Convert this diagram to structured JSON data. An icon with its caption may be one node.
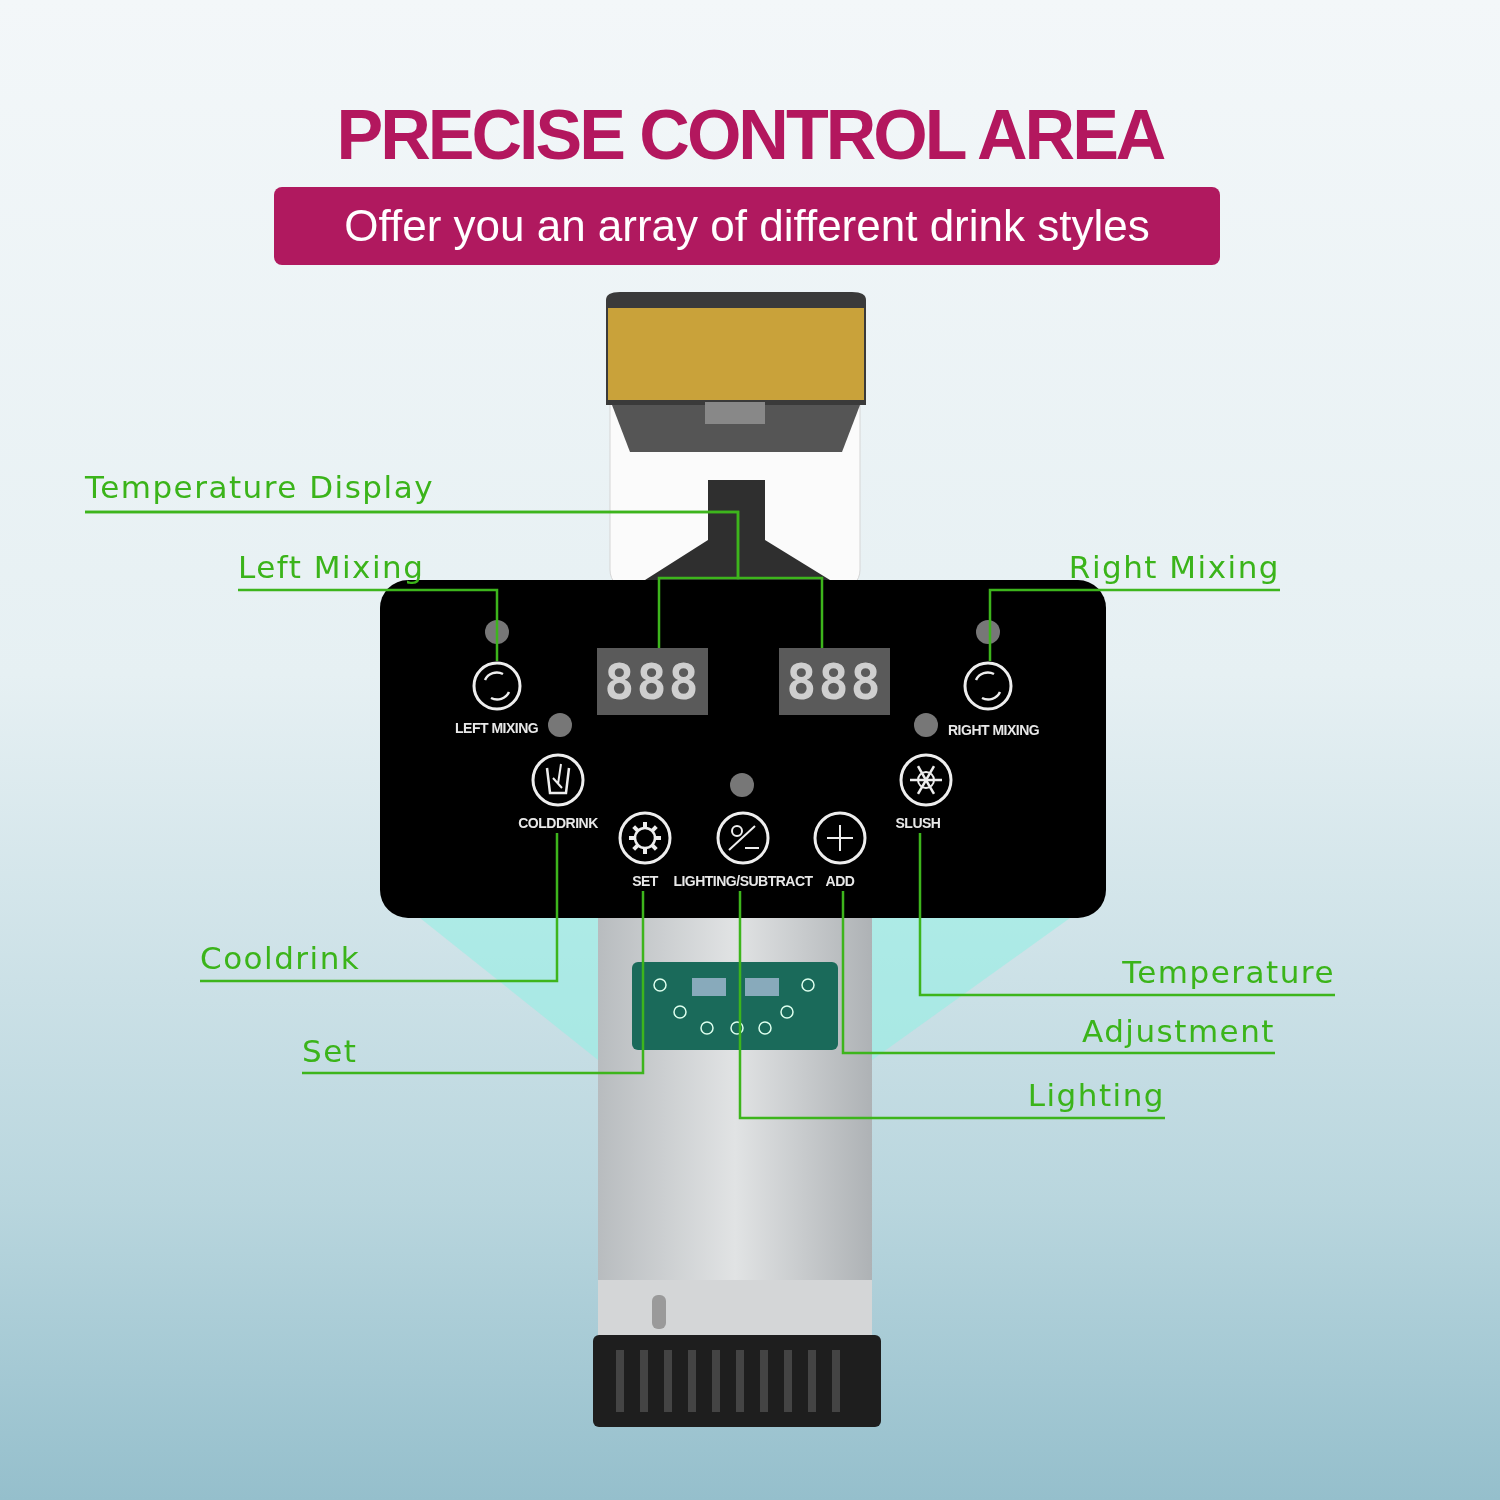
{
  "diagram": {
    "title": "PRECISE CONTROL AREA",
    "nodes": [
      {
        "text": [
          "Offer you an array of different drink styles"
        ]
      },
      {
        "text": [
          "Temperature Display"
        ]
      },
      {
        "text": [
          "Left Mixing"
        ]
      },
      {
        "text": [
          "Right Mixing"
        ]
      },
      {
        "text": [
          "888"
        ]
      },
      {
        "text": [
          "888"
        ]
      },
      {
        "text": [],
        "shape": "circle"
      },
      {
        "text": [],
        "shape": "circle"
      },
      {
        "text": [
          "COLDDRINK"
        ]
      },
      {
        "text": [
          "SET"
        ]
      },
      {
        "text": [
          "LIGHTING/SUBTRACT"
        ]
      },
      {
        "text": [
          "ADD"
        ]
      },
      {
        "text": [
          "SLUSH"
        ]
      },
      {
        "text": [
          "Cooldrink"
        ]
      },
      {
        "text": [
          "Temperature"
        ]
      },
      {
        "text": [
          "Adjustment"
        ]
      },
      {
        "text": [
          "Set"
        ]
      },
      {
        "text": [
          "Lighting"
        ]
      }
    ],
    "edges": [
      {
        "from": 1,
        "to": 4,
        "arrow": "none"
      },
      {
        "from": 1,
        "to": 5,
        "arrow": "none"
      },
      {
        "from": 2,
        "to": 6,
        "arrow": "none"
      },
      {
        "from": 3,
        "to": 7,
        "arrow": "none"
      },
      {
        "from": 13,
        "to": 8,
        "arrow": "none"
      },
      {
        "from": 16,
        "to": 9,
        "arrow": "none"
      },
      {
        "from": 17,
        "to": 10,
        "arrow": "none"
      },
      {
        "from": 15,
        "to": 11,
        "arrow": "none"
      },
      {
        "from": 14,
        "to": 12,
        "arrow": "none"
      }
    ],
    "labels": [
      "LEFT MIXING",
      "RIGHT MIXING"
    ]
  }
}
